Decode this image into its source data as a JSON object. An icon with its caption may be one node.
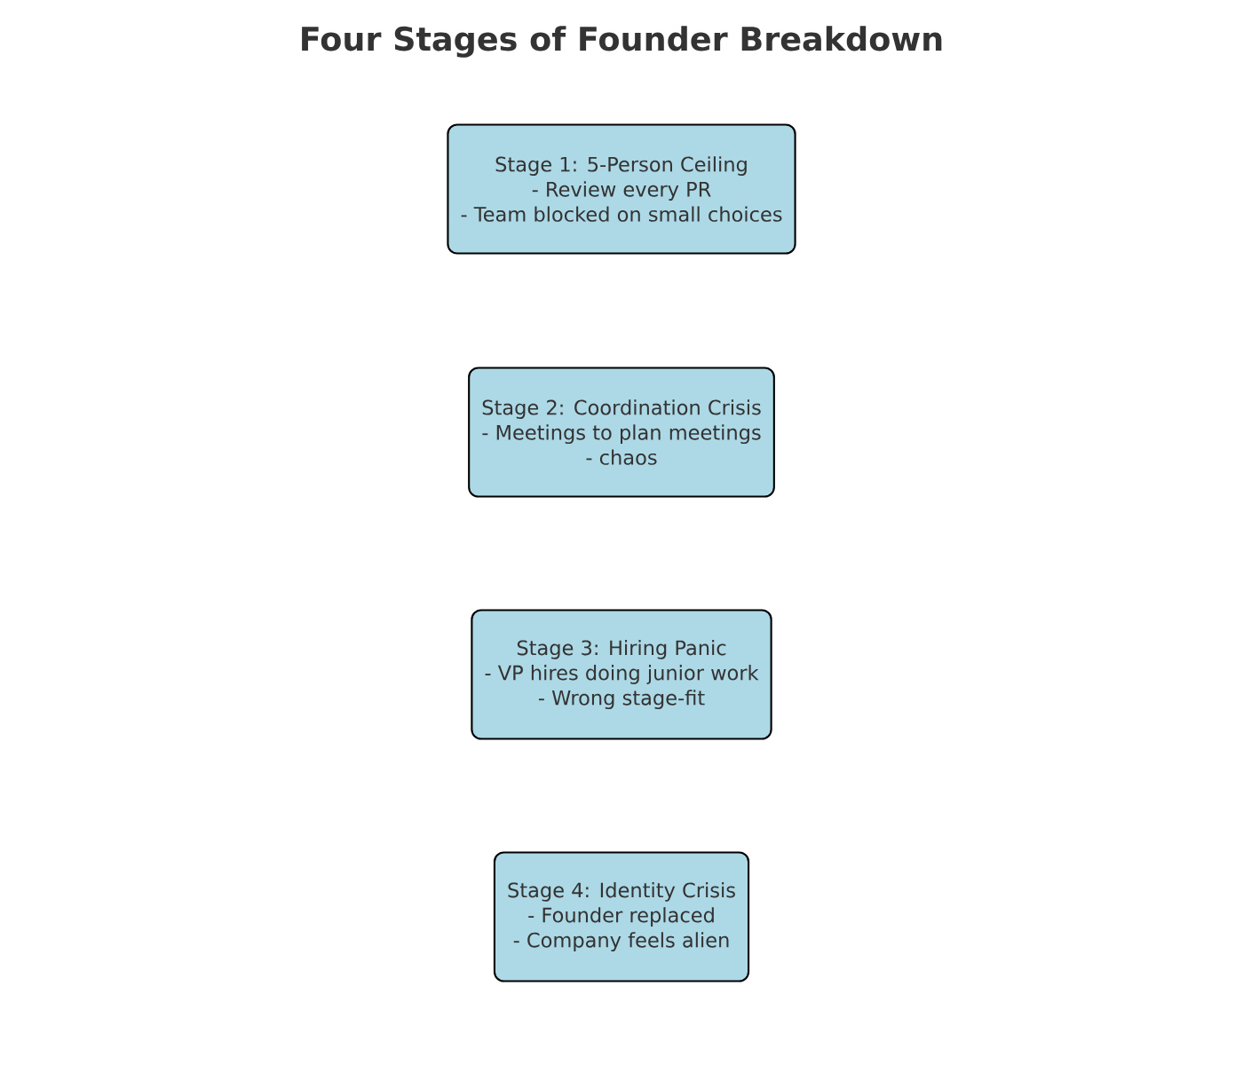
{
  "diagram": {
    "title": "Four Stages of Founder Breakdown",
    "nodes": [
      {
        "text": [
          "Stage 1: 5-Person Ceiling",
          "- Review every PR",
          "- Team blocked on small choices"
        ]
      },
      {
        "text": [
          "Stage 2: Coordination Crisis",
          "- Meetings to plan meetings",
          "- chaos"
        ]
      },
      {
        "text": [
          "Stage 3: Hiring Panic",
          "- VP hires doing junior work",
          "- Wrong stage-fit"
        ]
      },
      {
        "text": [
          "Stage 4: Identity Crisis",
          "- Founder replaced",
          "- Company feels alien"
        ]
      }
    ]
  }
}
